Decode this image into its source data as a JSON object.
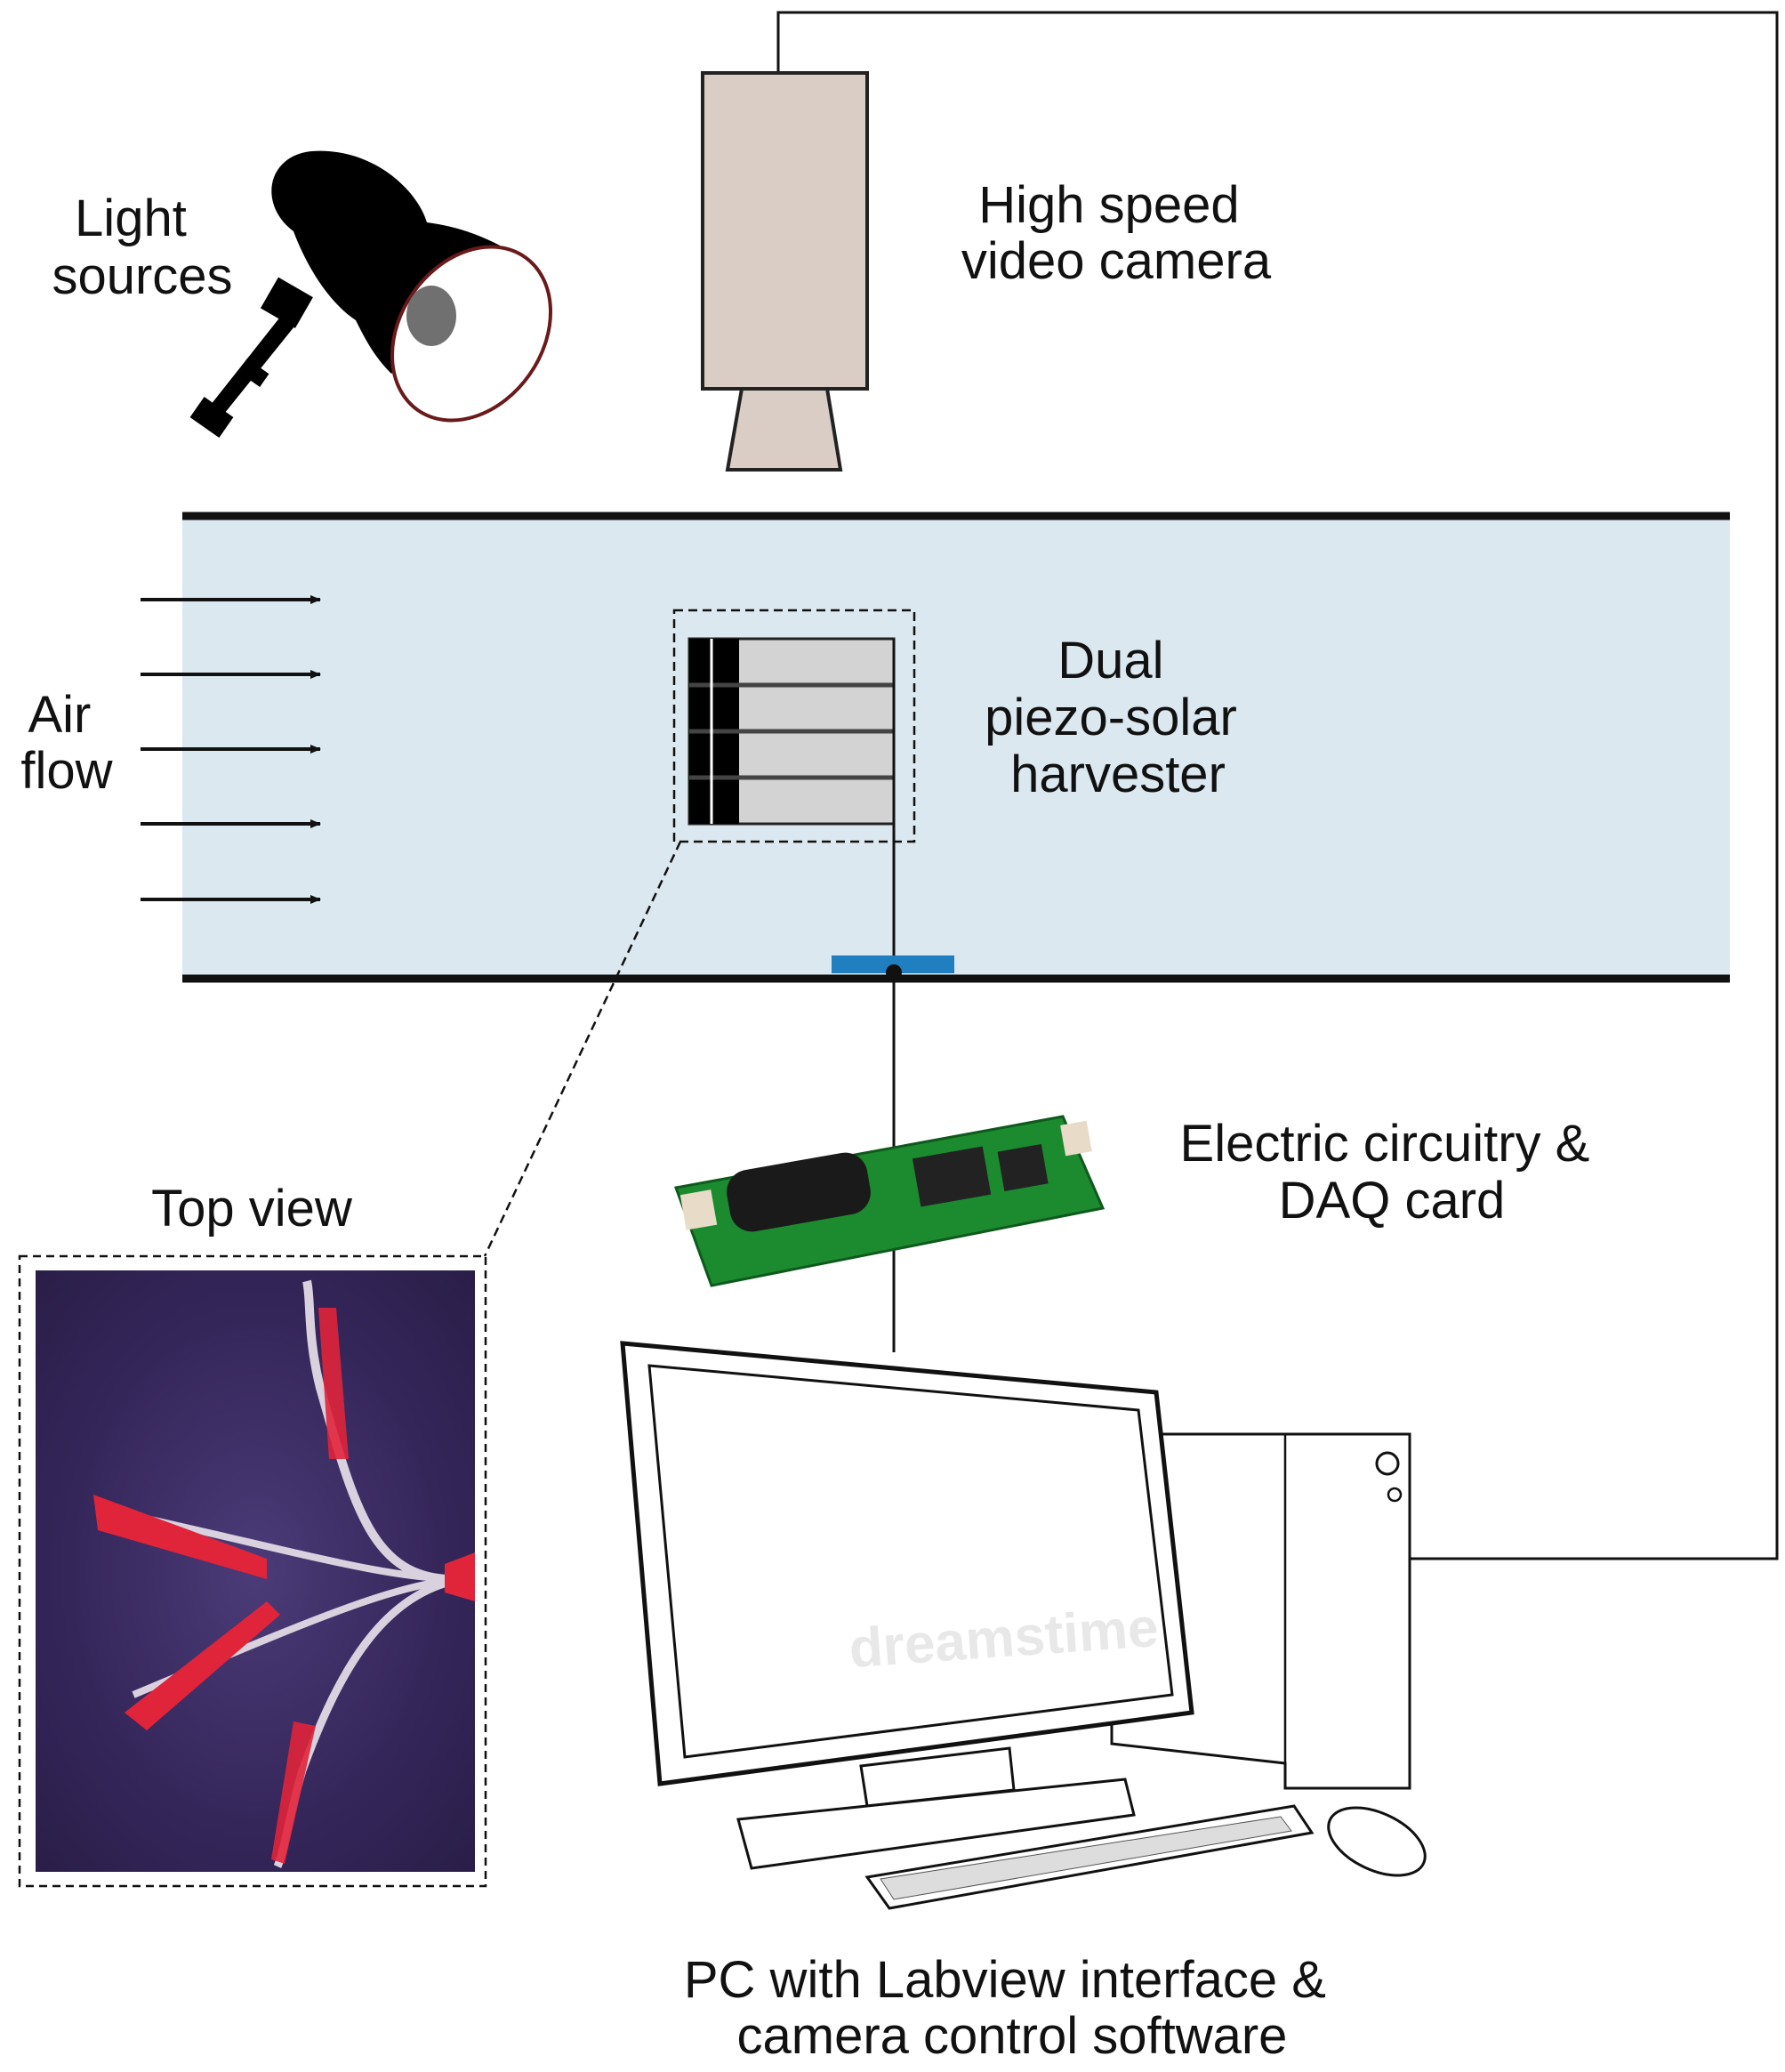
{
  "labels": {
    "light_sources": [
      "Light",
      "sources"
    ],
    "camera": [
      "High speed",
      "video camera"
    ],
    "air_flow": [
      "Air",
      "flow"
    ],
    "harvester": [
      "Dual",
      "piezo-solar",
      "harvester"
    ],
    "top_view": "Top view",
    "circuitry": [
      "Electric circuitry &",
      "DAQ card"
    ],
    "pc": [
      "PC with Labview interface &",
      "camera control software"
    ]
  },
  "watermark": "dreamstime",
  "colors": {
    "tunnel_fill": "#dbe8f0",
    "tunnel_wall": "#111111",
    "camera_body": "#d9cdc6",
    "mount_bar": "#1f7fc0",
    "circuit_board": "#1c8a2e",
    "top_view_bg": "#3a2a5e",
    "flag_red": "#e0243a"
  },
  "icons": {
    "lamp": "light-source-icon",
    "camera": "high-speed-camera-icon",
    "circuit": "circuit-board-icon",
    "computer": "desktop-computer-icon"
  }
}
